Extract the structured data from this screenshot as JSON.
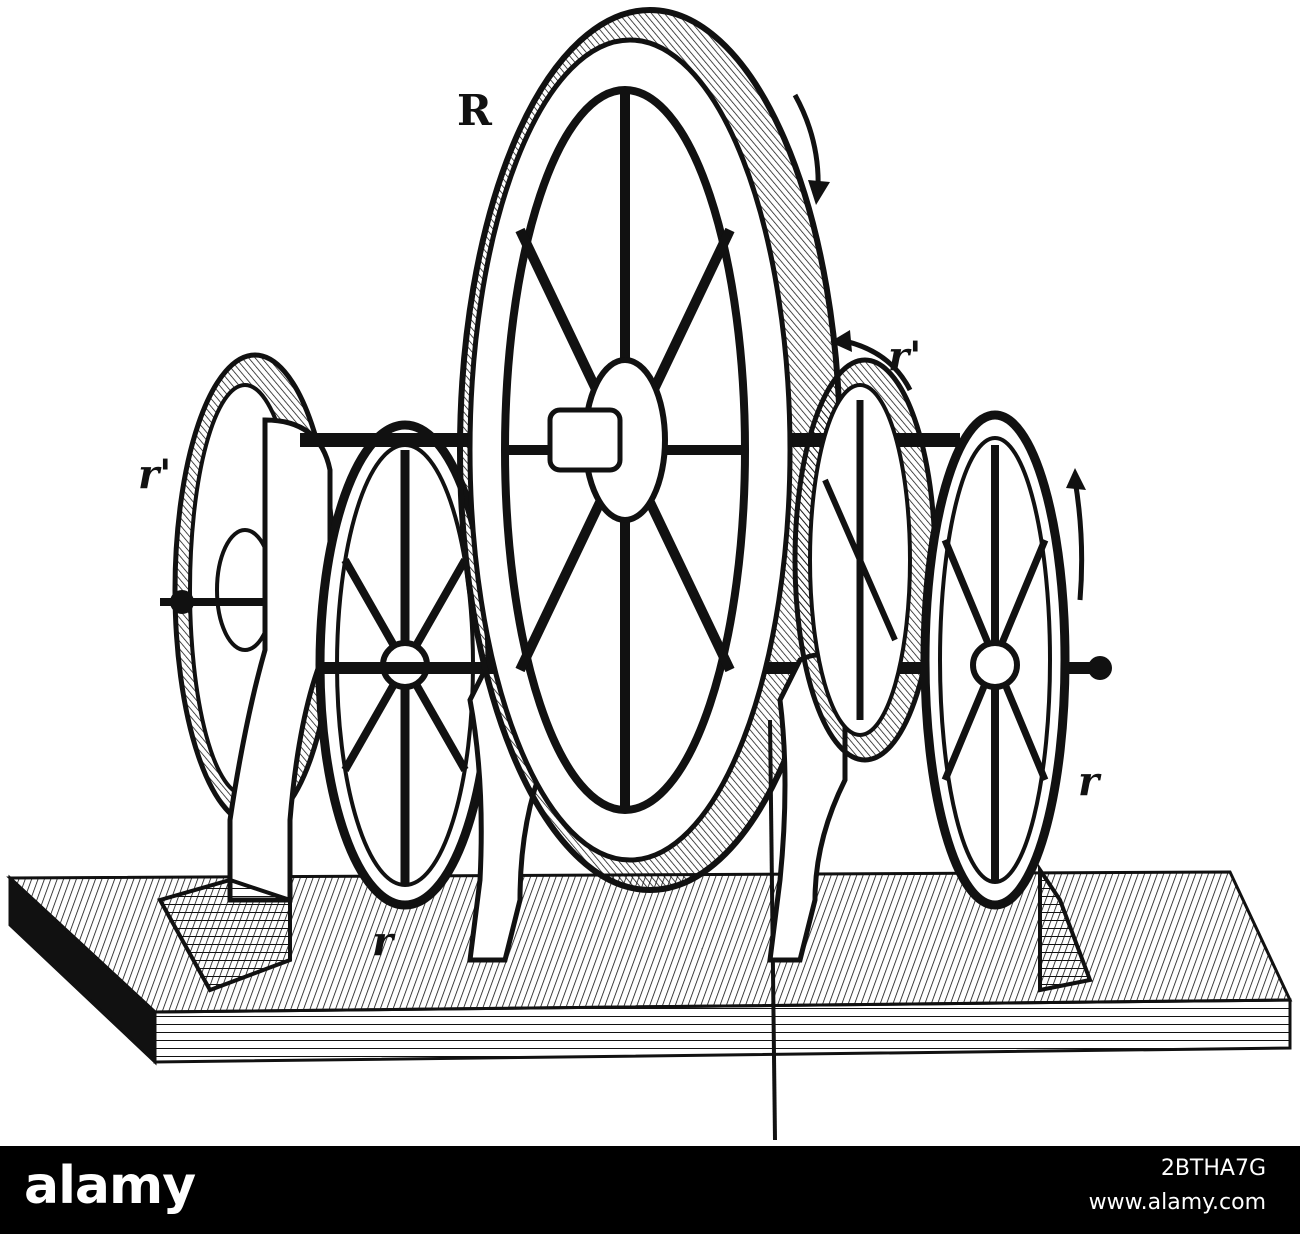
{
  "figure": {
    "labels": {
      "big_wheel": "R",
      "left_disc": "r'",
      "front_left_wheel": "r",
      "rear_right_wheel": "r'",
      "front_right_wheel": "r"
    }
  },
  "footer": {
    "brand": "alamy",
    "stock_id": "2BTHA7G",
    "url": "www.alamy.com"
  }
}
